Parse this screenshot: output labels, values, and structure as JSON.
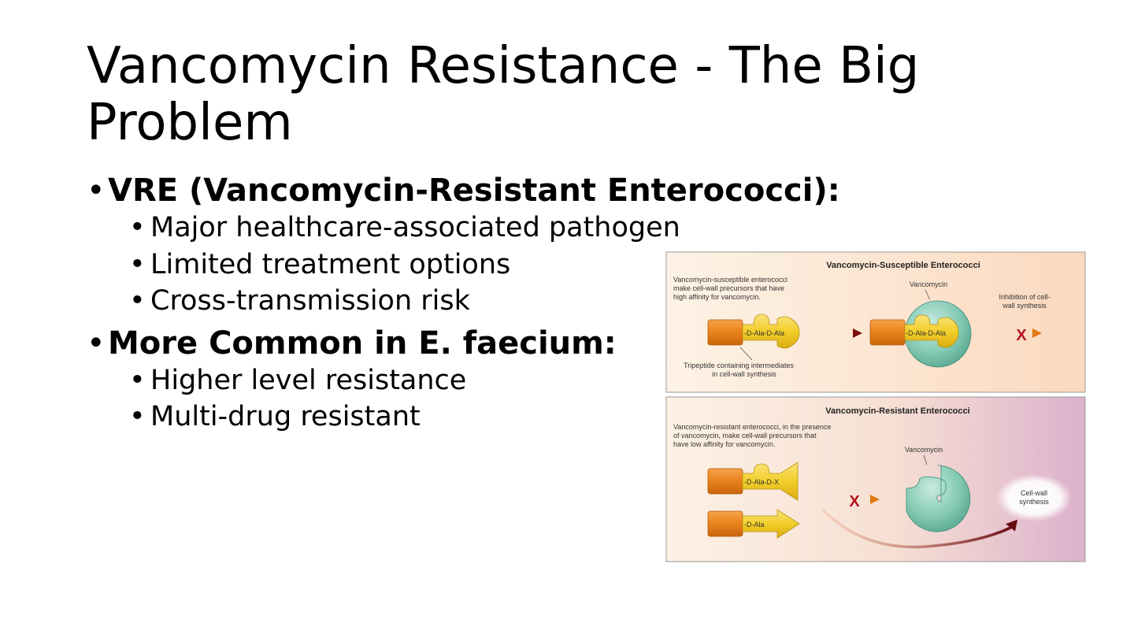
{
  "slide": {
    "title": "Vancomycin Resistance - The Big Problem",
    "sections": [
      {
        "heading": "VRE (Vancomycin-Resistant Enterococci):",
        "items": [
          "Major healthcare-associated pathogen",
          "Limited treatment options",
          "Cross-transmission risk"
        ]
      },
      {
        "heading": "More Common in E. faecium:",
        "items": [
          "Higher level resistance",
          "Multi-drug resistant"
        ]
      }
    ]
  },
  "figure": {
    "top_panel": {
      "title": "Vancomycin-Susceptible Enterococci",
      "desc_lines": [
        "Vancomycin-susceptible enterococci",
        "make cell-wall precursors that have",
        "high affinity for vancomycin."
      ],
      "vancomycin_label": "Vancomycin",
      "precursor_label": "-D-Ala-D-Ala",
      "bound_label": "-D-Ala-D-Ala",
      "result_lines": [
        "Inhibition of cell-",
        "wall synthesis"
      ],
      "caption_lines": [
        "Tripeptide containing intermediates",
        "in cell-wall synthesis"
      ],
      "x_mark": "X"
    },
    "bottom_panel": {
      "title": "Vancomycin-Resistant Enterococci",
      "desc_lines": [
        "Vancomycin-resistant enterococci, in the presence",
        "of vancomycin, make cell-wall precursors that",
        "have low affinity for vancomycin."
      ],
      "vancomycin_label": "Vancomycin",
      "precursor1_label": "-D-Ala-D-X",
      "precursor2_label": "-D-Ala",
      "result_lines": [
        "Cell-wall",
        "synthesis"
      ],
      "x_mark": "X"
    },
    "colors": {
      "orange": "#e8821c",
      "yellow": "#f2cf2a",
      "teal": "#7cc7b1",
      "dark_red": "#7a1010",
      "x_red": "#b5121b"
    }
  }
}
